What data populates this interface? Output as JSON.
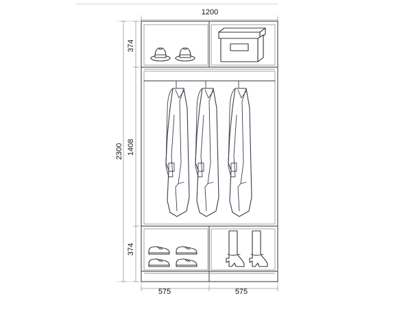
{
  "dimensions": {
    "total_width": "1200",
    "total_height": "2300",
    "top_shelf_height": "374",
    "hanging_height": "1408",
    "bottom_shelf_height": "374",
    "left_section_width": "575",
    "right_section_width": "575"
  },
  "colors": {
    "frame": "#555555",
    "dimension_lines": "#9a9a9a",
    "drawing": "#333333"
  },
  "icons": {
    "top_left": "hats-icon",
    "top_right": "storage-box-icon",
    "middle": "coats-on-rail-icon",
    "bottom_left": "shoes-icon",
    "bottom_right": "boots-icon"
  }
}
